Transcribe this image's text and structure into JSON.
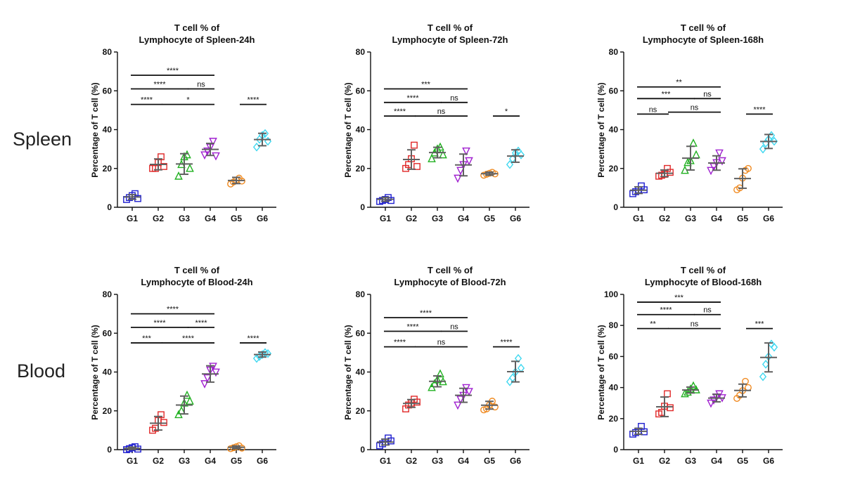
{
  "row_labels": {
    "spleen": "Spleen",
    "blood": "Blood"
  },
  "colors": {
    "G1": "#2020d0",
    "G2": "#e02828",
    "G3": "#20b020",
    "G4": "#a020d0",
    "G5": "#f08a20",
    "G6": "#40d8f0",
    "bar": "#606060",
    "axis": "#111111"
  },
  "chart_data": [
    {
      "type": "scatter",
      "title": "T cell % of",
      "subtitle": "Lymphocyte of Spleen-24h",
      "ylabel": "Percentage of T cell (%)",
      "ylim": [
        0,
        80
      ],
      "yticks": [
        0,
        20,
        40,
        60,
        80
      ],
      "categories": [
        "G1",
        "G2",
        "G3",
        "G4",
        "G5",
        "G6"
      ],
      "markers": [
        "square",
        "square",
        "triangle-up",
        "triangle-down",
        "circle",
        "diamond"
      ],
      "points": [
        [
          4,
          5,
          6,
          7,
          4.5
        ],
        [
          20,
          20,
          23,
          26,
          21
        ],
        [
          16,
          22,
          26,
          27,
          20
        ],
        [
          27,
          29,
          31,
          34,
          26.5
        ],
        [
          12,
          13,
          14,
          15,
          13.5
        ],
        [
          31,
          35,
          37,
          38,
          34
        ]
      ],
      "mean": [
        5.3,
        22.1,
        22.3,
        29.8,
        13.8,
        34.9
      ],
      "sd": [
        1.2,
        2.8,
        5.3,
        3.1,
        1.6,
        3.2
      ],
      "significance": [
        {
          "from": "G1",
          "to": "G4",
          "label": "****",
          "y": 68
        },
        {
          "from": "G1",
          "to": "G3",
          "label": "****",
          "y": 61
        },
        {
          "from": "G3",
          "to": "G4",
          "label": "ns",
          "y": 61
        },
        {
          "from": "G1",
          "to": "G2",
          "label": "****",
          "y": 53
        },
        {
          "from": "G2",
          "to": "G4",
          "label": "*",
          "y": 53
        },
        {
          "from": "G5",
          "to": "G6",
          "label": "****",
          "y": 53
        }
      ]
    },
    {
      "type": "scatter",
      "title": "T cell % of",
      "subtitle": "Lymphocyte of Spleen-72h",
      "ylabel": "Percentage of T cell (%)",
      "ylim": [
        0,
        80
      ],
      "yticks": [
        0,
        20,
        40,
        60,
        80
      ],
      "categories": [
        "G1",
        "G2",
        "G3",
        "G4",
        "G5",
        "G6"
      ],
      "markers": [
        "square",
        "square",
        "triangle-up",
        "triangle-down",
        "circle",
        "diamond"
      ],
      "points": [
        [
          3,
          3.5,
          4,
          5,
          3.5
        ],
        [
          20,
          22,
          25,
          32,
          21
        ],
        [
          25,
          28,
          30,
          31,
          27
        ],
        [
          15,
          19,
          22,
          29,
          24
        ],
        [
          16.5,
          17,
          17.5,
          18,
          17.2
        ],
        [
          22,
          25,
          28,
          29,
          27
        ]
      ],
      "mean": [
        4.1,
        24.6,
        28.2,
        21.8,
        17.3,
        26.4
      ],
      "sd": [
        1.0,
        5.0,
        2.7,
        5.6,
        0.8,
        3.2
      ],
      "significance": [
        {
          "from": "G1",
          "to": "G4",
          "label": "***",
          "y": 61
        },
        {
          "from": "G1",
          "to": "G3",
          "label": "****",
          "y": 54
        },
        {
          "from": "G3",
          "to": "G4",
          "label": "ns",
          "y": 54
        },
        {
          "from": "G1",
          "to": "G2",
          "label": "****",
          "y": 47
        },
        {
          "from": "G2",
          "to": "G4",
          "label": "ns",
          "y": 47
        },
        {
          "from": "G5",
          "to": "G6",
          "label": "*",
          "y": 47
        }
      ]
    },
    {
      "type": "scatter",
      "title": "T cell % of",
      "subtitle": "Lymphocyte of Spleen-168h",
      "ylabel": "Percentage of T cell (%)",
      "ylim": [
        0,
        80
      ],
      "yticks": [
        0,
        20,
        40,
        60,
        80
      ],
      "categories": [
        "G1",
        "G2",
        "G3",
        "G4",
        "G5",
        "G6"
      ],
      "markers": [
        "square",
        "square",
        "triangle-up",
        "triangle-down",
        "circle",
        "diamond"
      ],
      "points": [
        [
          7,
          8,
          9,
          11,
          9
        ],
        [
          16,
          16.5,
          17,
          20,
          18
        ],
        [
          19,
          23,
          24,
          33,
          27
        ],
        [
          19,
          21,
          23,
          28,
          24
        ],
        [
          9,
          10,
          15,
          19,
          20
        ],
        [
          30,
          33,
          35,
          37,
          34
        ]
      ],
      "mean": [
        8.8,
        17.5,
        25.3,
        22.8,
        14.8,
        33.9
      ],
      "sd": [
        1.7,
        1.7,
        6.1,
        3.7,
        5.0,
        3.6
      ],
      "significance": [
        {
          "from": "G1",
          "to": "G4",
          "label": "**",
          "y": 62
        },
        {
          "from": "G1",
          "to": "G3",
          "label": "***",
          "y": 56
        },
        {
          "from": "G3",
          "to": "G4",
          "label": "ns",
          "y": 56
        },
        {
          "from": "G1",
          "to": "G2",
          "label": "ns",
          "y": 48
        },
        {
          "from": "G2",
          "to": "G4",
          "label": "ns",
          "y": 49
        },
        {
          "from": "G5",
          "to": "G6",
          "label": "****",
          "y": 48
        }
      ]
    },
    {
      "type": "scatter",
      "title": "T cell % of",
      "subtitle": "Lymphocyte of Blood-24h",
      "ylabel": "Percentage of T cell (%)",
      "ylim": [
        0,
        80
      ],
      "yticks": [
        0,
        20,
        40,
        60,
        80
      ],
      "categories": [
        "G1",
        "G2",
        "G3",
        "G4",
        "G5",
        "G6"
      ],
      "markers": [
        "square",
        "square",
        "triangle-up",
        "triangle-down",
        "circle",
        "diamond"
      ],
      "points": [
        [
          0,
          0.5,
          1,
          1.5,
          0.3
        ],
        [
          10,
          11,
          15,
          18,
          14
        ],
        [
          18,
          20,
          24,
          28,
          25
        ],
        [
          34,
          37,
          41,
          43,
          40
        ],
        [
          0.5,
          1,
          1.5,
          2,
          0.8
        ],
        [
          47,
          48,
          49,
          50,
          49.5
        ]
      ],
      "mean": [
        0.7,
        13.6,
        23.0,
        39.0,
        1.2,
        49.0
      ],
      "sd": [
        0.6,
        3.5,
        4.6,
        4.2,
        0.7,
        1.3
      ],
      "significance": [
        {
          "from": "G1",
          "to": "G4",
          "label": "****",
          "y": 70
        },
        {
          "from": "G1",
          "to": "G3",
          "label": "****",
          "y": 63
        },
        {
          "from": "G3",
          "to": "G4",
          "label": "****",
          "y": 63
        },
        {
          "from": "G1",
          "to": "G2",
          "label": "***",
          "y": 55
        },
        {
          "from": "G2",
          "to": "G4",
          "label": "****",
          "y": 55
        },
        {
          "from": "G5",
          "to": "G6",
          "label": "****",
          "y": 55
        }
      ]
    },
    {
      "type": "scatter",
      "title": "T cell % of",
      "subtitle": "Lymphocyte of Blood-72h",
      "ylabel": "Percentage of T cell (%)",
      "ylim": [
        0,
        80
      ],
      "yticks": [
        0,
        20,
        40,
        60,
        80
      ],
      "categories": [
        "G1",
        "G2",
        "G3",
        "G4",
        "G5",
        "G6"
      ],
      "markers": [
        "square",
        "square",
        "triangle-up",
        "triangle-down",
        "circle",
        "diamond"
      ],
      "points": [
        [
          2,
          3,
          4,
          6,
          4.5
        ],
        [
          21,
          23,
          24,
          26,
          24.5
        ],
        [
          32,
          34,
          36,
          39,
          35
        ],
        [
          23,
          26,
          28,
          32,
          30
        ],
        [
          20.5,
          21,
          23,
          25,
          22
        ],
        [
          35,
          37,
          40,
          47,
          42
        ]
      ],
      "mean": [
        3.9,
        23.8,
        35.2,
        28.0,
        22.9,
        40.2
      ],
      "sd": [
        1.5,
        2.0,
        2.8,
        3.6,
        2.0,
        5.3
      ],
      "significance": [
        {
          "from": "G1",
          "to": "G4",
          "label": "****",
          "y": 68
        },
        {
          "from": "G1",
          "to": "G3",
          "label": "****",
          "y": 61
        },
        {
          "from": "G3",
          "to": "G4",
          "label": "ns",
          "y": 61
        },
        {
          "from": "G1",
          "to": "G2",
          "label": "****",
          "y": 53
        },
        {
          "from": "G2",
          "to": "G4",
          "label": "ns",
          "y": 53
        },
        {
          "from": "G5",
          "to": "G6",
          "label": "****",
          "y": 53
        }
      ]
    },
    {
      "type": "scatter",
      "title": "T cell % of",
      "subtitle": "Lymphocyte of Blood-168h",
      "ylabel": "Percentage of T cell (%)",
      "ylim": [
        0,
        100
      ],
      "yticks": [
        0,
        20,
        40,
        60,
        80,
        100
      ],
      "categories": [
        "G1",
        "G2",
        "G3",
        "G4",
        "G5",
        "G6"
      ],
      "markers": [
        "square",
        "square",
        "triangle-up",
        "triangle-down",
        "circle",
        "diamond"
      ],
      "points": [
        [
          10,
          11,
          12,
          15,
          11.5
        ],
        [
          23,
          24,
          28,
          36,
          27
        ],
        [
          36,
          37,
          39,
          41,
          38.5
        ],
        [
          30,
          32,
          34,
          36,
          33.5
        ],
        [
          33,
          35,
          38,
          44,
          40
        ],
        [
          47,
          55,
          60,
          68,
          66
        ]
      ],
      "mean": [
        11.8,
        27.6,
        38.4,
        33.2,
        38.1,
        59.4
      ],
      "sd": [
        1.9,
        6.3,
        1.9,
        2.4,
        4.1,
        9.3
      ],
      "significance": [
        {
          "from": "G1",
          "to": "G4",
          "label": "***",
          "y": 95
        },
        {
          "from": "G1",
          "to": "G3",
          "label": "****",
          "y": 87
        },
        {
          "from": "G3",
          "to": "G4",
          "label": "ns",
          "y": 87
        },
        {
          "from": "G1",
          "to": "G2",
          "label": "**",
          "y": 78
        },
        {
          "from": "G2",
          "to": "G4",
          "label": "ns",
          "y": 78
        },
        {
          "from": "G5",
          "to": "G6",
          "label": "***",
          "y": 78
        }
      ]
    }
  ]
}
